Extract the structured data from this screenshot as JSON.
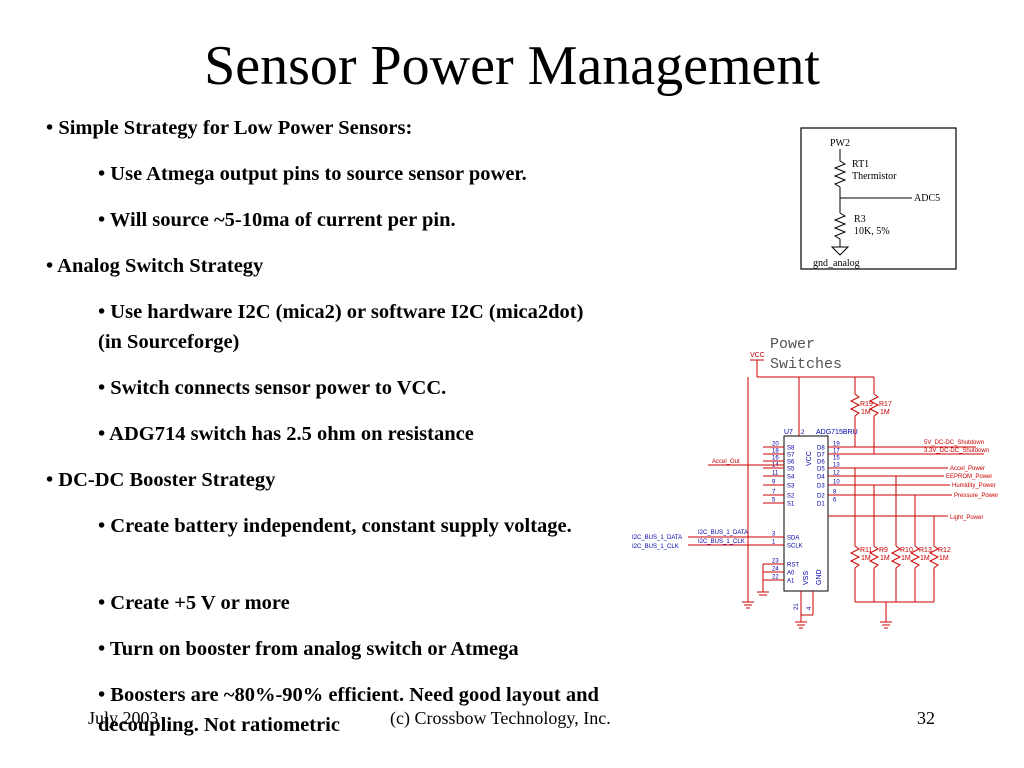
{
  "title": "Sensor Power Management",
  "bullets": [
    "Simple Strategy for Low Power Sensors:",
    "• Use Atmega output pins to source sensor power.",
    "• Will source ~5-10ma of current per pin.",
    "• Analog Switch Strategy",
    "• Use hardware I2C (mica2) or software I2C (mica2dot) (in Sourceforge)",
    "• Switch connects sensor power to VCC.",
    "• ADG714 switch has 2.5 ohm on resistance",
    "• DC-DC Booster Strategy",
    "• Create battery independent, constant supply voltage.",
    "• Create +5 V or more",
    "• Turn on booster from analog switch or Atmega",
    "• Boosters are ~80%-90% efficient. Need good layout and decoupling. Not ratiometric"
  ],
  "footer": {
    "date": "July 2003",
    "copyright": "(c) Crossbow Technology, Inc.",
    "page": "32"
  },
  "thermistor_schematic": {
    "pw2": "PW2",
    "rt1": "RT1",
    "rt1_name": "Thermistor",
    "adc": "ADC5",
    "r3": "R3",
    "r3_value": "10K, 5%",
    "ground": "gnd_analog"
  },
  "switch_schematic": {
    "title_line1": "Power",
    "title_line2": "Switches",
    "vcc_flag": "VCC",
    "chip_ref": "U7",
    "chip_part": "ADG715BRU",
    "chip_vcc": "VCC",
    "chip_vss": "VSS",
    "chip_gnd": "GND",
    "vcc_pin": "2",
    "left_pins": [
      {
        "num": "20",
        "name": "S8"
      },
      {
        "num": "18",
        "name": "S7"
      },
      {
        "num": "16",
        "name": "S6"
      },
      {
        "num": "14",
        "name": "S5"
      },
      {
        "num": "11",
        "name": "S4"
      },
      {
        "num": "9",
        "name": "S3"
      },
      {
        "num": "7",
        "name": "S2"
      },
      {
        "num": "5",
        "name": "S1"
      },
      {
        "num": "3",
        "name": "SDA"
      },
      {
        "num": "1",
        "name": "SCLK"
      },
      {
        "num": "23",
        "name": "RST"
      },
      {
        "num": "24",
        "name": "A0"
      },
      {
        "num": "22",
        "name": "A1"
      }
    ],
    "right_pins": [
      {
        "num": "19",
        "name": "D8"
      },
      {
        "num": "17",
        "name": "D7"
      },
      {
        "num": "15",
        "name": "D6"
      },
      {
        "num": "13",
        "name": "D5"
      },
      {
        "num": "12",
        "name": "D4"
      },
      {
        "num": "10",
        "name": "D3"
      },
      {
        "num": "8",
        "name": "D2"
      },
      {
        "num": "6",
        "name": "D1"
      }
    ],
    "bottom_pins": [
      "21",
      "4"
    ],
    "nets_right": [
      "5V_DC-DC_Shutdown",
      "3.3V_DC-DC_Shutdown",
      "Accel_Power",
      "EEPROM_Power",
      "Humidity_Power",
      "Pressure_Power",
      "Light_Power"
    ],
    "accel_out": "Accel_Out",
    "i2c_data_inner": "I2C_BUS_1_DATA",
    "i2c_clk_inner": "I2C_BUS_1_CLK",
    "i2c_data_outer": "I2C_BUS_1_DATA",
    "i2c_clk_outer": "I2C_BUS_1_CLK",
    "top_resistors": [
      {
        "ref": "R19",
        "val": "1M"
      },
      {
        "ref": "R17",
        "val": "1M"
      }
    ],
    "bottom_resistors": [
      {
        "ref": "R11",
        "val": "1M"
      },
      {
        "ref": "R9",
        "val": "1M"
      },
      {
        "ref": "R10",
        "val": "1M"
      },
      {
        "ref": "R13",
        "val": "1M"
      },
      {
        "ref": "R12",
        "val": "1M"
      }
    ]
  }
}
